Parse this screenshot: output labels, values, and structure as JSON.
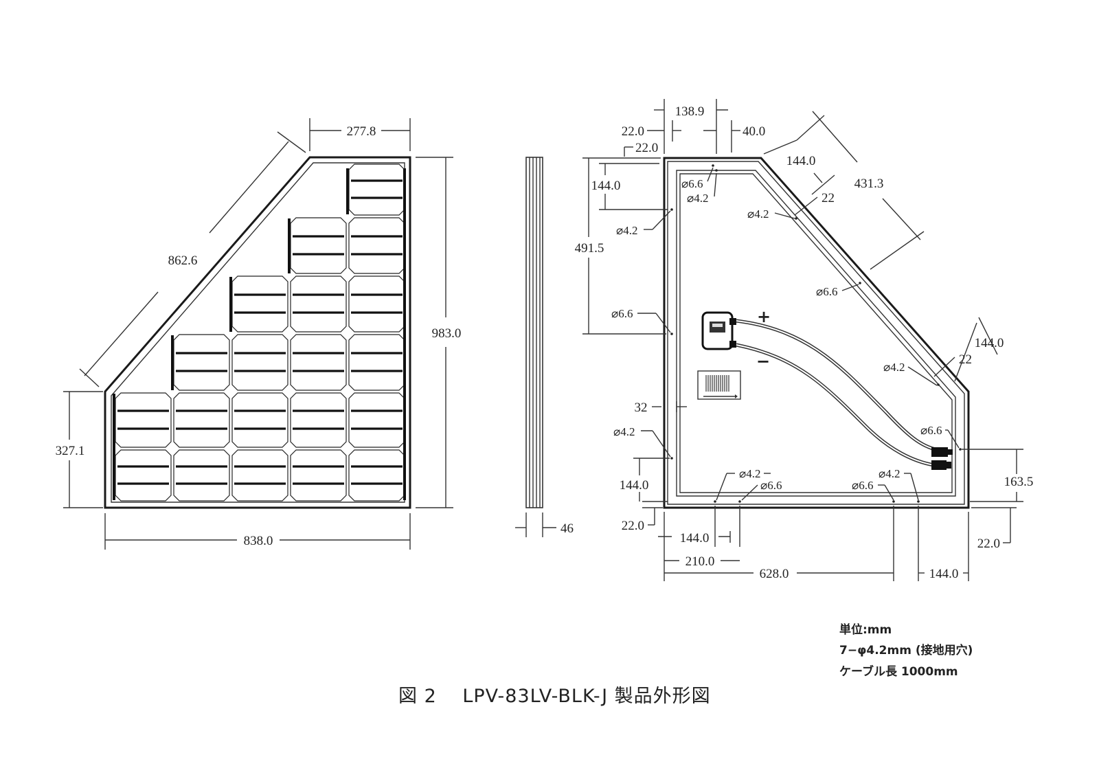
{
  "front_view": {
    "dims": {
      "top_width": "277.8",
      "diagonal": "862.6",
      "height": "983.0",
      "left_height": "327.1",
      "bottom_width": "838.0"
    }
  },
  "side_view": {
    "thickness": "46"
  },
  "back_view": {
    "dims": {
      "d138_9": "138.9",
      "d22_0_a": "22.0",
      "d40_0": "40.0",
      "d22_0_b": "22.0",
      "d144_0_top_left": "144.0",
      "d491_5": "491.5",
      "d144_0_diag": "144.0",
      "d431_3": "431.3",
      "d22_diag_a": "22",
      "d144_0_right": "144.0",
      "d22_diag_b": "22",
      "d32": "32",
      "d144_0_left_bottom": "144.0",
      "d22_0_left_bottom": "22.0",
      "d163_5": "163.5",
      "d22_0_right_bottom": "22.0",
      "d144_0_bottom": "144.0",
      "d210_0": "210.0",
      "d628_0": "628.0",
      "d144_0_bottom_right": "144.0"
    },
    "holes": {
      "h_top_66": "⌀6.6",
      "h_top_42": "⌀4.2",
      "h_left_42_a": "⌀4.2",
      "h_diag_42_a": "⌀4.2",
      "h_diag_66": "⌀6.6",
      "h_left_66": "⌀6.6",
      "h_diag_42_b": "⌀4.2",
      "h_right_66": "⌀6.6",
      "h_left_42_b": "⌀4.2",
      "h_bottom_42_a": "⌀4.2",
      "h_bottom_66_a": "⌀6.6",
      "h_bottom_42_b": "⌀4.2",
      "h_bottom_66_b": "⌀6.6"
    },
    "plus_sign": "+",
    "minus_sign": "−"
  },
  "notes": {
    "unit": "単位:mm",
    "holes": "7−φ4.2mm (接地用穴)",
    "cable": "ケーブル長 1000mm"
  },
  "caption": "図 2　 LPV-83LV-BLK-J 製品外形図"
}
